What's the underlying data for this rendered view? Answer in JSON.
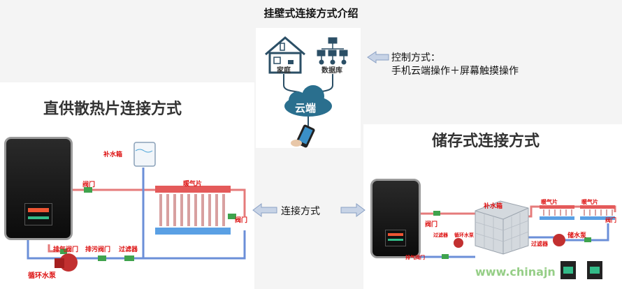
{
  "title": "挂壁式连接方式介绍",
  "control": {
    "line1": "控制方式：",
    "line2": "手机云端操作＋屏幕触摸操作"
  },
  "connection_label": "连接方式",
  "top_icons": {
    "home": "家庭",
    "database": "数据库",
    "cloud": "云端"
  },
  "left_panel": {
    "heading": "直供散热片连接方式",
    "labels": {
      "tank": "补水箱",
      "valve1": "阀门",
      "radiator": "暖气片",
      "valve2": "阀门",
      "exhaust": "排气阀门",
      "drain": "排污阀门",
      "filter": "过滤器",
      "pump": "循环水泵"
    }
  },
  "right_panel": {
    "heading": "储存式连接方式",
    "labels": {
      "tank": "补水箱",
      "valve1": "阀门",
      "radiator1": "暖气片",
      "radiator2": "暖气片",
      "valve2": "阀门",
      "filter": "过滤器",
      "pump": "储水泵",
      "small1": "过滤器",
      "small2": "循环水泵",
      "small3": "排气阀门"
    }
  },
  "watermark": "www.chinajn"
}
